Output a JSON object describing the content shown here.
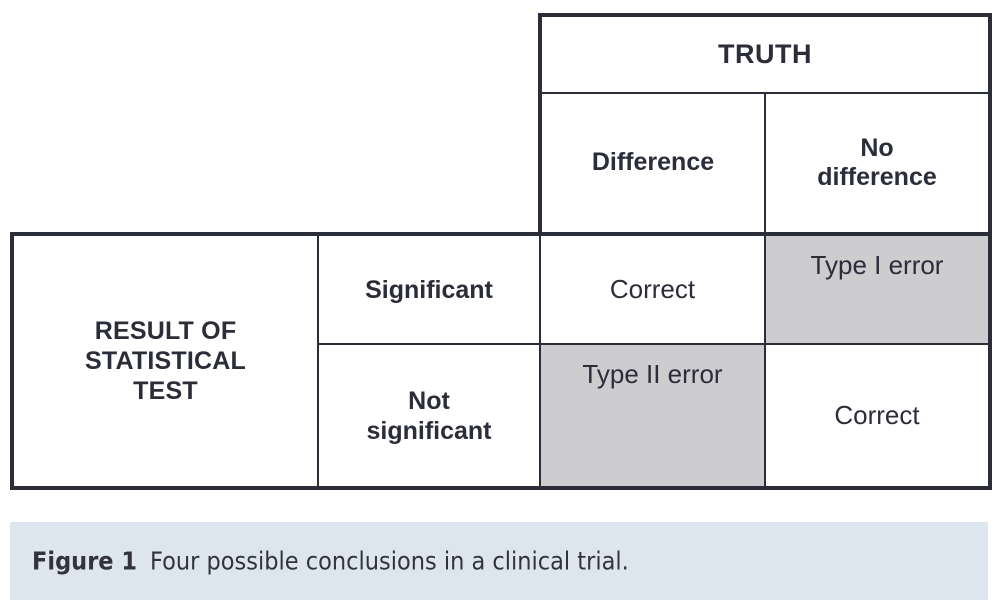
{
  "figure": {
    "table": {
      "truth_header": "TRUTH",
      "truth_columns": [
        "Difference",
        "No\ndifference"
      ],
      "result_header": "RESULT OF\nSTATISTICAL\nTEST",
      "result_rows": [
        "Significant",
        "Not\nsignificant"
      ],
      "cells": [
        [
          "Correct",
          "Type I error"
        ],
        [
          "Type II error",
          "Correct"
        ]
      ],
      "shaded_cells": [
        [
          false,
          true
        ],
        [
          true,
          false
        ]
      ],
      "colors": {
        "border": "#2b2d38",
        "shade": "#cdcdd0",
        "text": "#2b2d38",
        "cell_background": "#ffffff"
      }
    },
    "caption": {
      "label": "Figure 1",
      "text": "Four possible conclusions in a clinical trial.",
      "background": "#dde6ef",
      "text_color": "#32343c"
    }
  }
}
